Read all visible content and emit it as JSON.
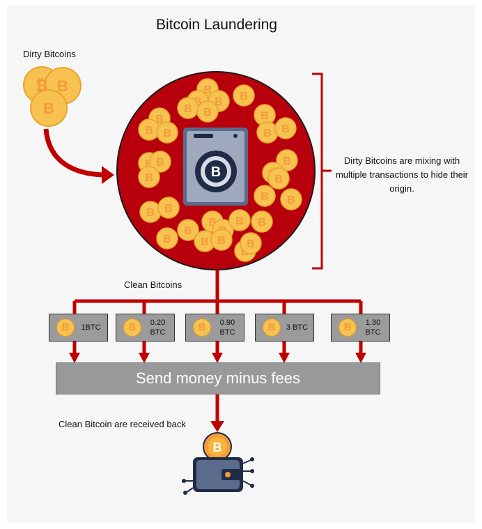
{
  "title": "Bitcoin Laundering",
  "labels": {
    "dirty": "Dirty Bitcoins",
    "mixing": "Dirty Bitcoins are mixing with multiple transactions to hide their origin.",
    "clean": "Clean Bitcoins",
    "received": "Clean Bitcoin are received back"
  },
  "outputs": [
    {
      "amount": "1BTC"
    },
    {
      "amount": "0.20 BTC"
    },
    {
      "amount": "0.90 BTC"
    },
    {
      "amount": "3 BTC"
    },
    {
      "amount": "1.30 BTC"
    }
  ],
  "fees_label": "Send money minus fees",
  "coin_symbol": "B",
  "colors": {
    "accent_red": "#c00000",
    "circle_red": "#b8000d",
    "coin_gold": "#f7c250",
    "box_gray": "#9b9b9b"
  },
  "icons": [
    "bitcoin-coin-icon",
    "washing-machine-icon",
    "wallet-icon"
  ]
}
